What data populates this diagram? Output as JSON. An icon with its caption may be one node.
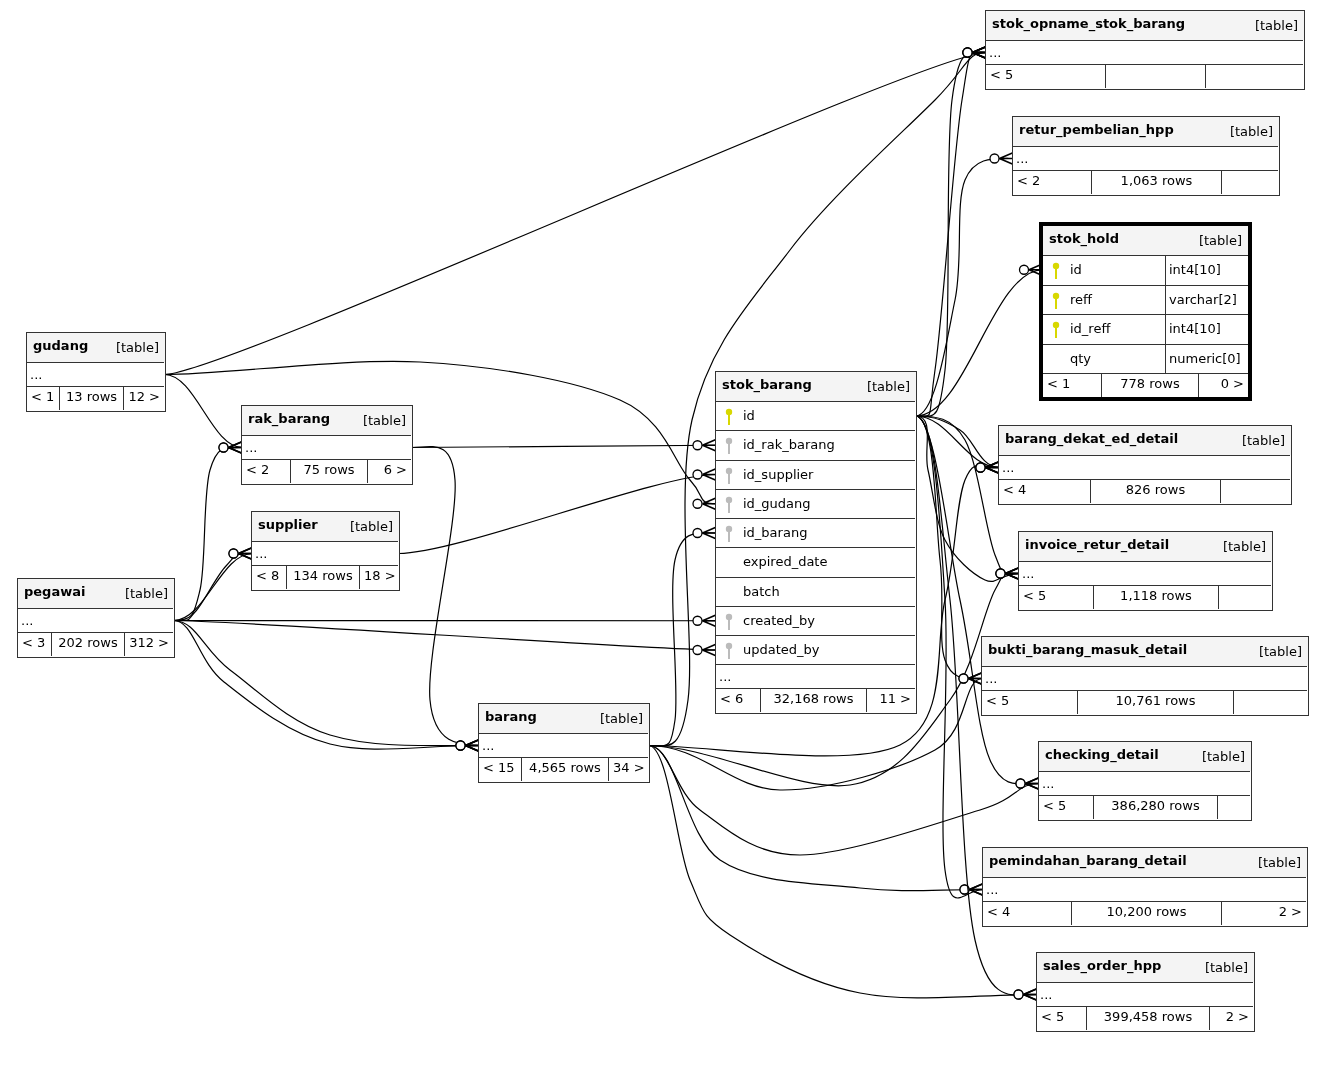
{
  "diagram": {
    "nodes": [
      {
        "text": [
          "gudang",
          "[table]"
        ]
      },
      {
        "text": [
          "..."
        ],
        "in": 0
      },
      {
        "text": [
          "< 1"
        ],
        "in": 0
      },
      {
        "text": [
          "13 rows"
        ],
        "in": 0
      },
      {
        "text": [
          "12 >"
        ],
        "in": 0
      },
      {
        "text": [
          "rak_barang",
          "[table]"
        ]
      },
      {
        "text": [
          "..."
        ],
        "in": 5
      },
      {
        "text": [
          "< 2"
        ],
        "in": 5
      },
      {
        "text": [
          "75 rows"
        ],
        "in": 5
      },
      {
        "text": [
          "6 >"
        ],
        "in": 5
      },
      {
        "text": [
          "supplier",
          "[table]"
        ]
      },
      {
        "text": [
          "..."
        ],
        "in": 10
      },
      {
        "text": [
          "< 8"
        ],
        "in": 10
      },
      {
        "text": [
          "134 rows"
        ],
        "in": 10
      },
      {
        "text": [
          "18 >"
        ],
        "in": 10
      },
      {
        "text": [
          "pegawai",
          "[table]"
        ]
      },
      {
        "text": [
          "..."
        ],
        "in": 15
      },
      {
        "text": [
          "< 3"
        ],
        "in": 15
      },
      {
        "text": [
          "202 rows"
        ],
        "in": 15
      },
      {
        "text": [
          "312 >"
        ],
        "in": 15
      },
      {
        "text": [
          "barang",
          "[table]"
        ]
      },
      {
        "text": [
          "..."
        ],
        "in": 20
      },
      {
        "text": [
          "< 15"
        ],
        "in": 20
      },
      {
        "text": [
          "4,565 rows"
        ],
        "in": 20
      },
      {
        "text": [
          "34 >"
        ],
        "in": 20
      },
      {
        "text": [
          "stok_barang",
          "[table]"
        ]
      },
      {
        "text": [
          "id"
        ],
        "in": 25
      },
      {
        "text": [
          "id_rak_barang"
        ],
        "in": 25
      },
      {
        "text": [
          "id_supplier"
        ],
        "in": 25
      },
      {
        "text": [
          "id_gudang"
        ],
        "in": 25
      },
      {
        "text": [
          "id_barang"
        ],
        "in": 25
      },
      {
        "text": [
          "expired_date"
        ],
        "in": 25
      },
      {
        "text": [
          "batch"
        ],
        "in": 25
      },
      {
        "text": [
          "created_by"
        ],
        "in": 25
      },
      {
        "text": [
          "updated_by"
        ],
        "in": 25
      },
      {
        "text": [
          "..."
        ],
        "in": 25
      },
      {
        "text": [
          "< 6"
        ],
        "in": 25
      },
      {
        "text": [
          "32,168 rows"
        ],
        "in": 25
      },
      {
        "text": [
          "11 >"
        ],
        "in": 25
      },
      {
        "text": [
          "stok_opname_stok_barang",
          "[table]"
        ]
      },
      {
        "text": [
          "..."
        ],
        "in": 39
      },
      {
        "text": [
          "< 5"
        ],
        "in": 39
      },
      {
        "text": [],
        "shape": "box",
        "in": 39
      },
      {
        "text": [],
        "shape": "box",
        "in": 39
      },
      {
        "text": [
          "retur_pembelian_hpp",
          "[table]"
        ]
      },
      {
        "text": [
          "..."
        ],
        "in": 44
      },
      {
        "text": [
          "< 2"
        ],
        "in": 44
      },
      {
        "text": [
          "1,063 rows"
        ],
        "in": 44
      },
      {
        "text": [],
        "shape": "box",
        "in": 44
      },
      {
        "text": [
          "stok_hold",
          "[table]"
        ]
      },
      {
        "text": [
          "id"
        ],
        "in": 49
      },
      {
        "text": [
          "int4[10]"
        ],
        "in": 49
      },
      {
        "text": [
          "reff"
        ],
        "in": 49
      },
      {
        "text": [
          "varchar[2]"
        ],
        "in": 49
      },
      {
        "text": [
          "id_reff"
        ],
        "in": 49
      },
      {
        "text": [
          "int4[10]"
        ],
        "in": 49
      },
      {
        "text": [
          "qty"
        ],
        "in": 49
      },
      {
        "text": [
          "numeric[0]"
        ],
        "in": 49
      },
      {
        "text": [
          "< 1"
        ],
        "in": 49
      },
      {
        "text": [
          "778 rows"
        ],
        "in": 49
      },
      {
        "text": [
          "0 >"
        ],
        "in": 49
      },
      {
        "text": [
          "barang_dekat_ed_detail",
          "[table]"
        ]
      },
      {
        "text": [
          "..."
        ],
        "in": 61
      },
      {
        "text": [
          "< 4"
        ],
        "in": 61
      },
      {
        "text": [
          "826 rows"
        ],
        "in": 61
      },
      {
        "text": [],
        "shape": "box",
        "in": 61
      },
      {
        "text": [
          "invoice_retur_detail",
          "[table]"
        ]
      },
      {
        "text": [
          "..."
        ],
        "in": 66
      },
      {
        "text": [
          "< 5"
        ],
        "in": 66
      },
      {
        "text": [
          "1,118 rows"
        ],
        "in": 66
      },
      {
        "text": [],
        "shape": "box",
        "in": 66
      },
      {
        "text": [
          "bukti_barang_masuk_detail",
          "[table]"
        ]
      },
      {
        "text": [
          "..."
        ],
        "in": 71
      },
      {
        "text": [
          "< 5"
        ],
        "in": 71
      },
      {
        "text": [
          "10,761 rows"
        ],
        "in": 71
      },
      {
        "text": [],
        "shape": "box",
        "in": 71
      },
      {
        "text": [
          "checking_detail",
          "[table]"
        ]
      },
      {
        "text": [
          "..."
        ],
        "in": 76
      },
      {
        "text": [
          "< 5"
        ],
        "in": 76
      },
      {
        "text": [
          "386,280 rows"
        ],
        "in": 76
      },
      {
        "text": [],
        "shape": "box",
        "in": 76
      },
      {
        "text": [
          "pemindahan_barang_detail",
          "[table]"
        ]
      },
      {
        "text": [
          "..."
        ],
        "in": 81
      },
      {
        "text": [
          "< 4"
        ],
        "in": 81
      },
      {
        "text": [
          "10,200 rows"
        ],
        "in": 81
      },
      {
        "text": [
          "2 >"
        ],
        "in": 81
      },
      {
        "text": [
          "sales_order_hpp",
          "[table]"
        ]
      },
      {
        "text": [
          "..."
        ],
        "in": 86
      },
      {
        "text": [
          "< 5"
        ],
        "in": 86
      },
      {
        "text": [
          "399,458 rows"
        ],
        "in": 86
      },
      {
        "text": [
          "2 >"
        ],
        "in": 86
      }
    ],
    "edges": [
      {
        "from": 1,
        "to": 40,
        "arrow": "other"
      },
      {
        "from": 1,
        "to": 29,
        "arrow": "other"
      },
      {
        "from": 1,
        "to": 6,
        "arrow": "other"
      },
      {
        "from": 16,
        "to": 6,
        "arrow": "other"
      },
      {
        "from": 16,
        "to": 11,
        "arrow": "other"
      },
      {
        "from": 16,
        "to": 11,
        "arrow": "other"
      },
      {
        "from": 16,
        "to": 33,
        "arrow": "other"
      },
      {
        "from": 16,
        "to": 34,
        "arrow": "other"
      },
      {
        "from": 16,
        "to": 21,
        "arrow": "other"
      },
      {
        "from": 16,
        "to": 21,
        "arrow": "other"
      },
      {
        "from": 6,
        "to": 27,
        "arrow": "other"
      },
      {
        "from": 6,
        "to": 21,
        "arrow": "other"
      },
      {
        "from": 11,
        "to": 28,
        "arrow": "other"
      },
      {
        "from": 21,
        "to": 30,
        "arrow": "other"
      },
      {
        "from": 21,
        "to": 40,
        "arrow": "other"
      },
      {
        "from": 21,
        "to": 62,
        "arrow": "other"
      },
      {
        "from": 21,
        "to": 67,
        "arrow": "other"
      },
      {
        "from": 21,
        "to": 72,
        "arrow": "other"
      },
      {
        "from": 21,
        "to": 77,
        "arrow": "other"
      },
      {
        "from": 21,
        "to": 82,
        "arrow": "other"
      },
      {
        "from": 21,
        "to": 87,
        "arrow": "other"
      },
      {
        "from": 26,
        "to": 40,
        "arrow": "other"
      },
      {
        "from": 26,
        "to": 40,
        "arrow": "other"
      },
      {
        "from": 26,
        "to": 45,
        "arrow": "other"
      },
      {
        "from": 26,
        "to": 50,
        "arrow": "other"
      },
      {
        "from": 26,
        "to": 62,
        "arrow": "other"
      },
      {
        "from": 26,
        "to": 62,
        "arrow": "other"
      },
      {
        "from": 26,
        "to": 67,
        "arrow": "other"
      },
      {
        "from": 26,
        "to": 67,
        "arrow": "other"
      },
      {
        "from": 26,
        "to": 72,
        "arrow": "other"
      },
      {
        "from": 26,
        "to": 77,
        "arrow": "other"
      },
      {
        "from": 26,
        "to": 82,
        "arrow": "other"
      },
      {
        "from": 26,
        "to": 87,
        "arrow": "other"
      }
    ]
  }
}
